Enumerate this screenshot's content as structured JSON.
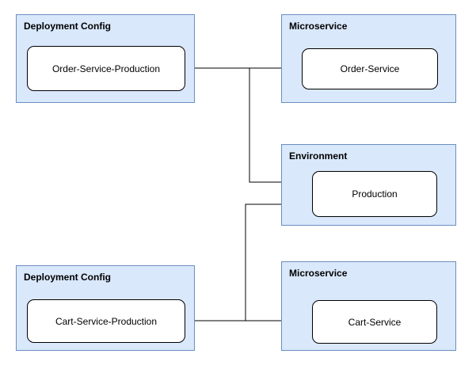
{
  "diagram": {
    "groups": [
      {
        "title": "Deployment Config",
        "node": "Order-Service-Production"
      },
      {
        "title": "Microservice",
        "node": "Order-Service"
      },
      {
        "title": "Environment",
        "node": "Production"
      },
      {
        "title": "Deployment Config",
        "node": "Cart-Service-Production"
      },
      {
        "title": "Microservice",
        "node": "Cart-Service"
      }
    ],
    "edges": [
      {
        "from": "Order-Service-Production",
        "to": "Order-Service"
      },
      {
        "from": "Order-Service-Production",
        "to": "Production"
      },
      {
        "from": "Cart-Service-Production",
        "to": "Cart-Service"
      },
      {
        "from": "Cart-Service-Production",
        "to": "Production"
      }
    ],
    "colors": {
      "group_fill": "#dae8fc",
      "group_border": "#6c8ebf",
      "node_fill": "#ffffff",
      "node_border": "#000000",
      "edge": "#000000"
    }
  }
}
